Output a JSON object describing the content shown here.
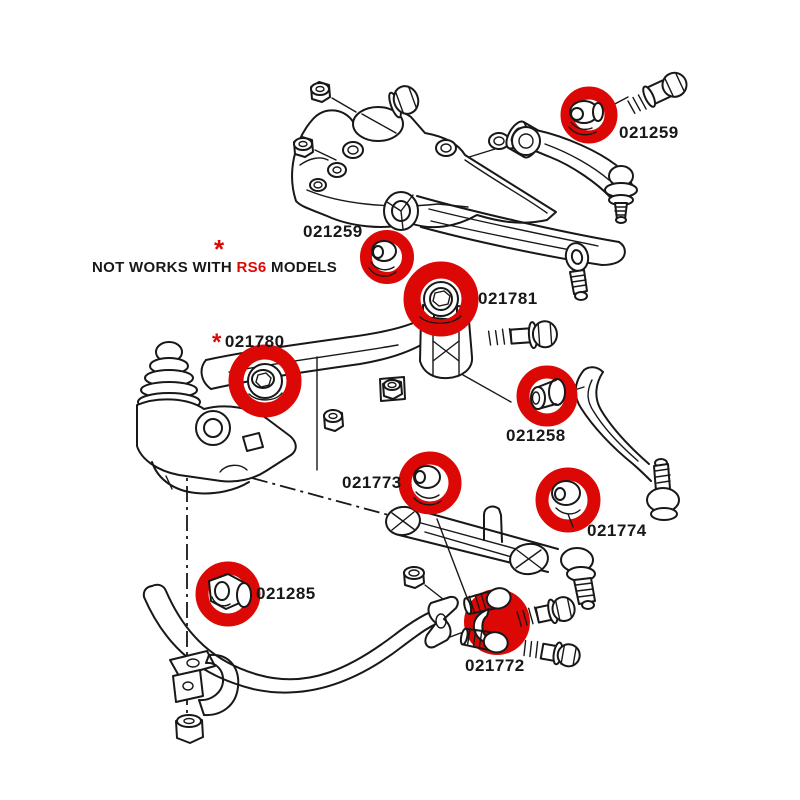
{
  "canvas": {
    "background": "#ffffff"
  },
  "colors": {
    "highlight_red": "#dc0806",
    "line_black": "#181818"
  },
  "note": {
    "asterisk": "*",
    "prefix": "NOT WORKS WITH ",
    "highlight": "RS6",
    "suffix": " MODELS"
  },
  "parts": [
    {
      "id": "021259-upper",
      "label": "021259"
    },
    {
      "id": "021259-mid",
      "label": "021259"
    },
    {
      "id": "021781",
      "label": "021781"
    },
    {
      "id": "021780",
      "label": "021780",
      "asterisk": "*"
    },
    {
      "id": "021258",
      "label": "021258"
    },
    {
      "id": "021773",
      "label": "021773"
    },
    {
      "id": "021774",
      "label": "021774"
    },
    {
      "id": "021285",
      "label": "021285"
    },
    {
      "id": "021772",
      "label": "021772"
    }
  ]
}
